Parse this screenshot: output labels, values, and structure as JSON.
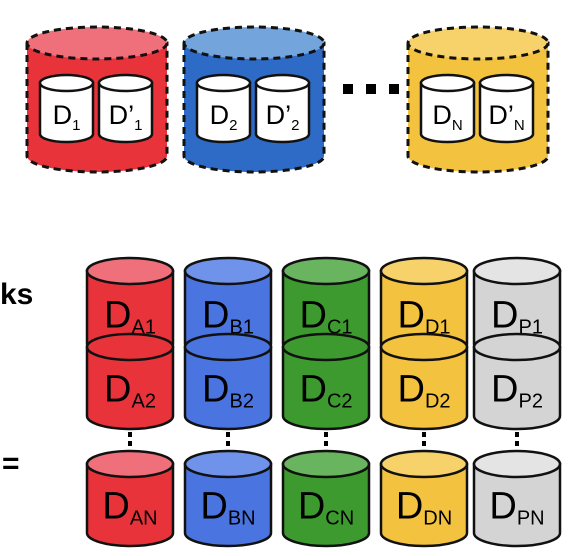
{
  "colors": {
    "red": "#e8333b",
    "red_top": "#ef6f7a",
    "blue_dark": "#2e6bc6",
    "blue_dark_top": "#73a4dc",
    "blue": "#4a74e0",
    "blue_top": "#6f93ea",
    "green": "#3c9a2e",
    "green_top": "#68b45f",
    "yellow": "#f3c23e",
    "yellow_top": "#f7d26b",
    "gray": "#d4d4d4",
    "gray_top": "#e4e4e4",
    "stroke": "#111111"
  },
  "left_edge_text": {
    "ks": "ks",
    "eq": "="
  },
  "mirror_groups": [
    {
      "id": "1",
      "color": "red",
      "disks": [
        {
          "base": "D",
          "prime": "",
          "sub": "1"
        },
        {
          "base": "D",
          "prime": "’",
          "sub": "1"
        }
      ]
    },
    {
      "id": "2",
      "color": "blue_dark",
      "disks": [
        {
          "base": "D",
          "prime": "",
          "sub": "2"
        },
        {
          "base": "D",
          "prime": "’",
          "sub": "2"
        }
      ]
    },
    {
      "id": "N",
      "color": "yellow",
      "disks": [
        {
          "base": "D",
          "prime": "",
          "sub": "N"
        },
        {
          "base": "D",
          "prime": "’",
          "sub": "N"
        }
      ]
    }
  ],
  "stripe_columns": [
    {
      "id": "A",
      "color": "red",
      "cells": [
        "A1",
        "A2",
        "AN"
      ]
    },
    {
      "id": "B",
      "color": "blue",
      "cells": [
        "B1",
        "B2",
        "BN"
      ]
    },
    {
      "id": "C",
      "color": "green",
      "cells": [
        "C1",
        "C2",
        "CN"
      ]
    },
    {
      "id": "D",
      "color": "yellow",
      "cells": [
        "D1",
        "D2",
        "DN"
      ]
    },
    {
      "id": "P",
      "color": "gray",
      "cells": [
        "P1",
        "P2",
        "PN"
      ]
    }
  ],
  "cell_base_letter": "D"
}
